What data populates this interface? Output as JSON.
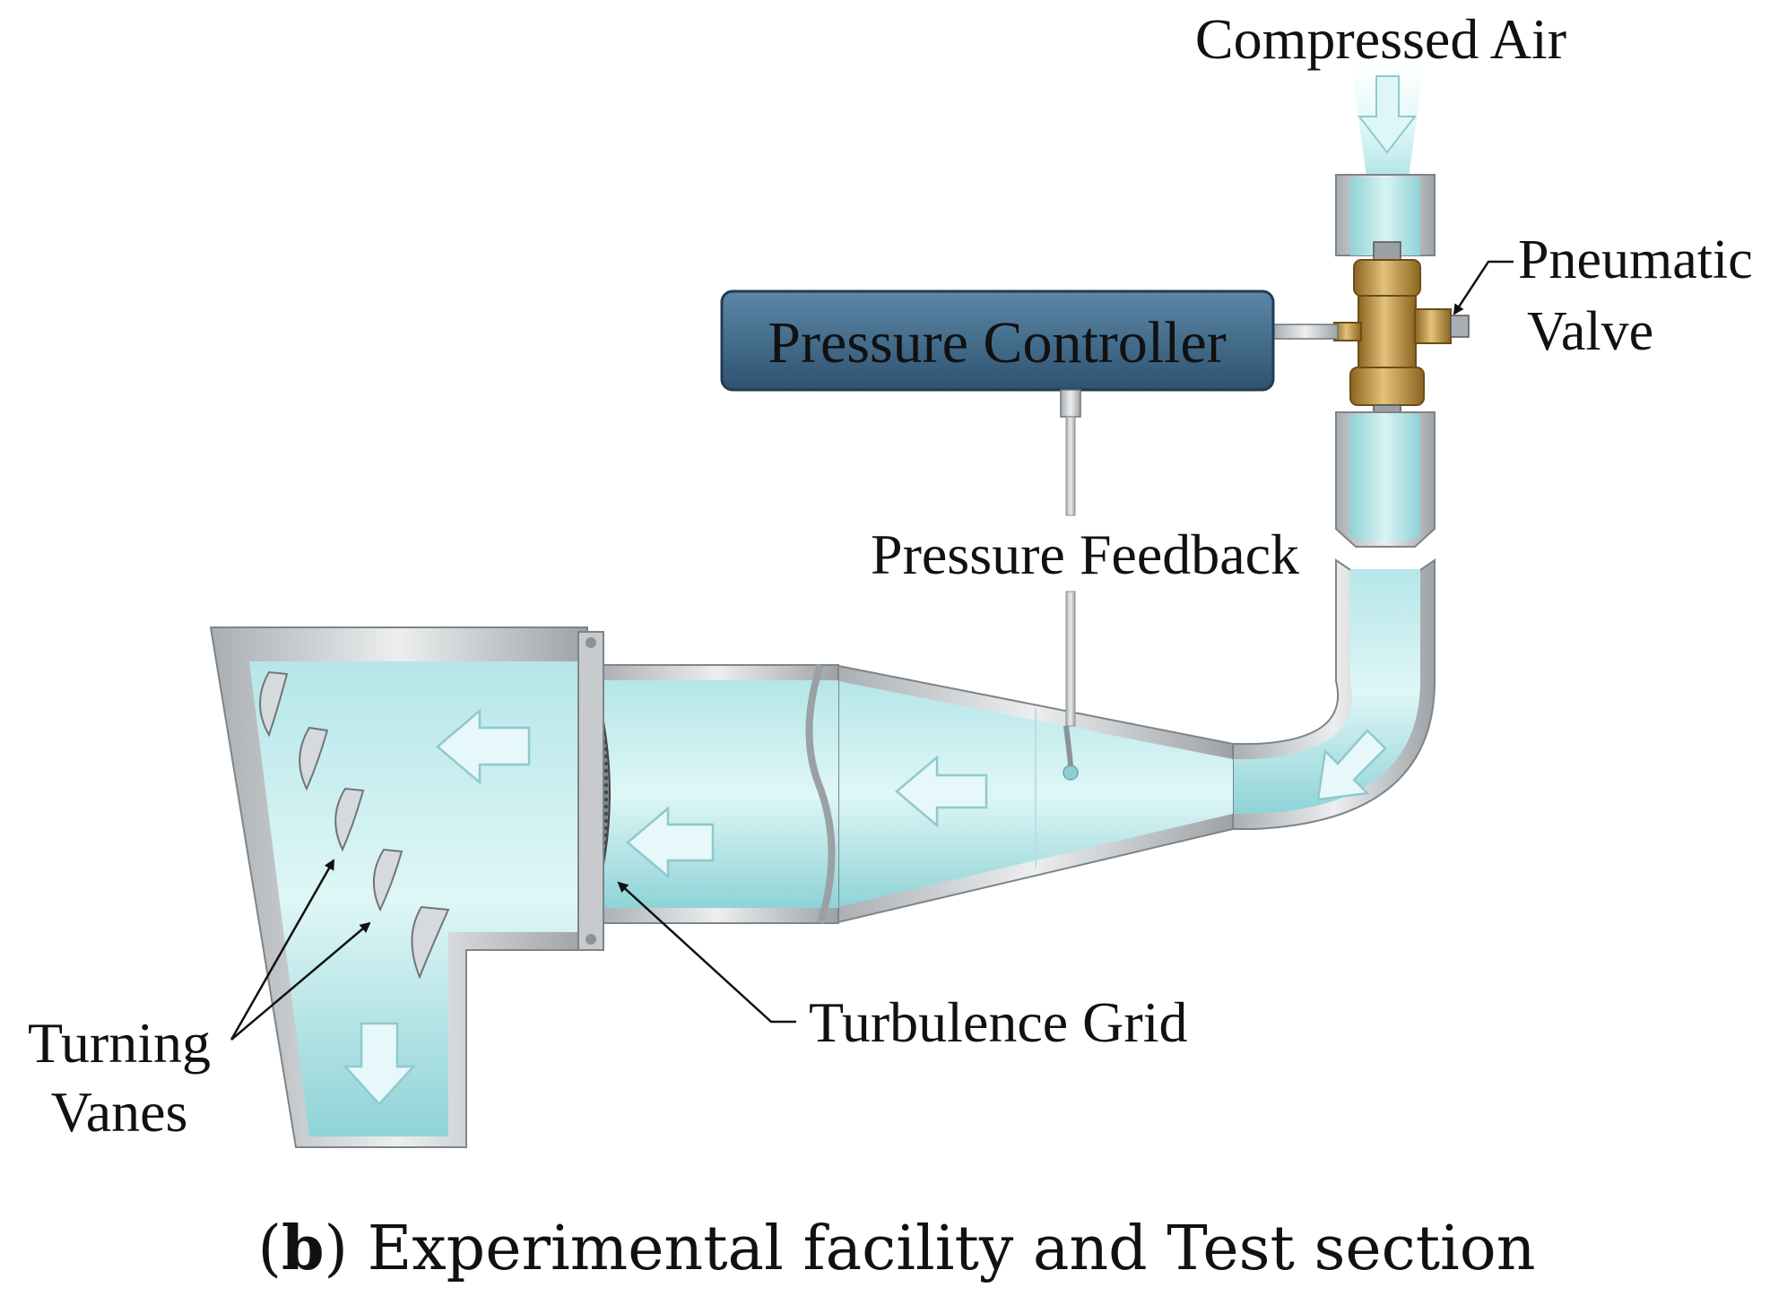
{
  "labels": {
    "compressed_air": "Compressed Air",
    "pneumatic": "Pneumatic",
    "valve": "Valve",
    "pressure_controller": "Pressure Controller",
    "pressure_feedback": "Pressure Feedback",
    "turbulence_grid": "Turbulence Grid",
    "turning": "Turning",
    "vanes": "Vanes"
  },
  "caption": {
    "panel_letter": "b",
    "open_paren": "(",
    "close_paren": ")",
    "text": " Experimental facility and Test section"
  },
  "colors": {
    "water_light": "#c9eef0",
    "water_mid": "#9fdde0",
    "water_dark": "#7ccbd0",
    "steel": "#c8cccf",
    "steel_dark": "#8d9296",
    "controller": "#456d8c",
    "brass": "#c9a24a"
  }
}
